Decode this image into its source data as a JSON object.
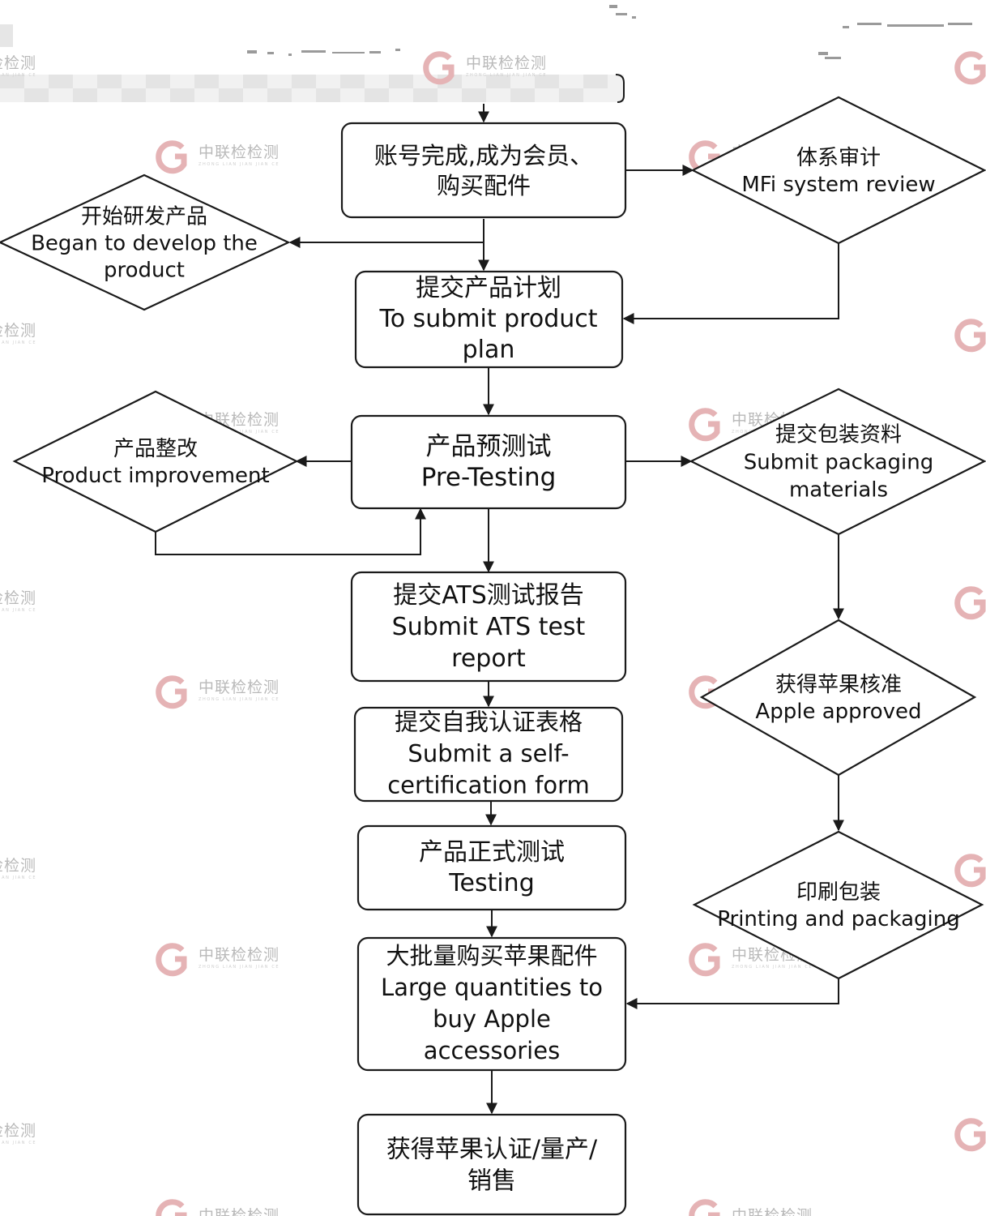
{
  "watermark": {
    "brand": "中联检检测",
    "pinyin": "ZHONG LIAN JIAN JIAN CE",
    "colors": {
      "logo": "#e5b3b5",
      "text": "#b9b9b9"
    }
  },
  "nodes": {
    "account": {
      "lines": [
        "账号完成,成为会员、",
        "购买配件"
      ]
    },
    "develop": {
      "lines": [
        "开始研发产品",
        "Began to develop the",
        "product"
      ]
    },
    "mfi": {
      "lines": [
        "体系审计",
        "MFi system review"
      ]
    },
    "plan": {
      "lines": [
        "提交产品计划",
        "To submit product",
        "plan"
      ]
    },
    "improve": {
      "lines": [
        "产品整改",
        "Product improvement"
      ]
    },
    "pretest": {
      "lines": [
        "产品预测试",
        "Pre-Testing"
      ]
    },
    "packaging": {
      "lines": [
        "提交包装资料",
        "Submit packaging",
        "materials"
      ]
    },
    "ats": {
      "lines": [
        "提交ATS测试报告",
        "Submit ATS test",
        "report"
      ]
    },
    "approved": {
      "lines": [
        "获得苹果核准",
        "Apple approved"
      ]
    },
    "selfcert": {
      "lines": [
        "提交自我认证表格",
        "Submit a self-",
        "certification form"
      ]
    },
    "testing": {
      "lines": [
        "产品正式测试",
        "Testing"
      ]
    },
    "printing": {
      "lines": [
        "印刷包装",
        "Printing and packaging"
      ]
    },
    "bulk": {
      "lines": [
        "大批量购买苹果配件",
        "Large quantities to",
        "buy Apple",
        "accessories"
      ]
    },
    "final": {
      "lines": [
        "获得苹果认证/量产/",
        "销售"
      ]
    }
  },
  "edges": [
    {
      "from": "top-bar",
      "to": "account"
    },
    {
      "from": "account",
      "to": "mfi"
    },
    {
      "from": "account",
      "to": "develop"
    },
    {
      "from": "account",
      "to": "plan"
    },
    {
      "from": "mfi",
      "to": "plan"
    },
    {
      "from": "plan",
      "to": "pretest"
    },
    {
      "from": "pretest",
      "to": "improve"
    },
    {
      "from": "improve",
      "to": "pretest"
    },
    {
      "from": "pretest",
      "to": "packaging"
    },
    {
      "from": "pretest",
      "to": "ats"
    },
    {
      "from": "packaging",
      "to": "approved"
    },
    {
      "from": "ats",
      "to": "selfcert"
    },
    {
      "from": "approved",
      "to": "printing"
    },
    {
      "from": "selfcert",
      "to": "testing"
    },
    {
      "from": "testing",
      "to": "bulk"
    },
    {
      "from": "printing",
      "to": "bulk"
    },
    {
      "from": "bulk",
      "to": "final"
    }
  ]
}
